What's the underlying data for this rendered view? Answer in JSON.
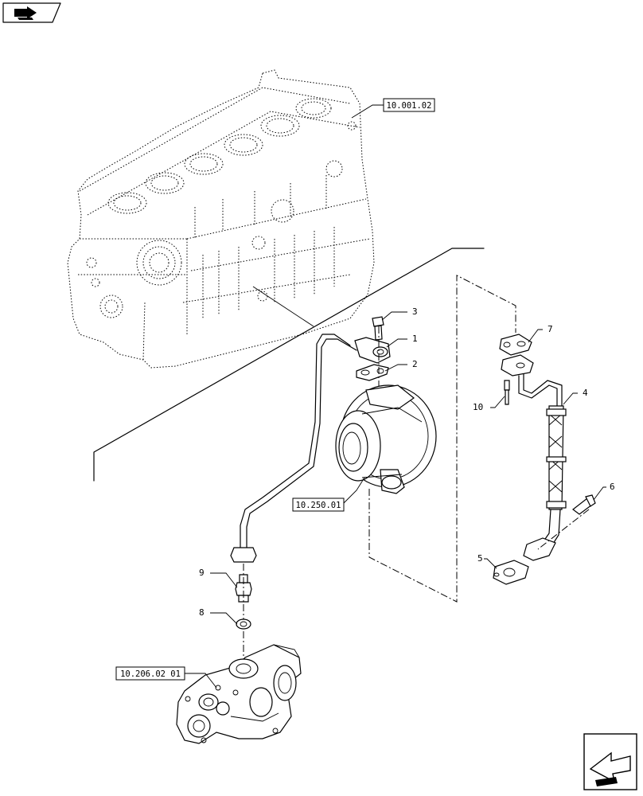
{
  "references": {
    "engine_block": "10.001.02",
    "turbocharger": "10.250.01",
    "filter_support": "10.206.02 01"
  },
  "callouts": {
    "c1": "1",
    "c2": "2",
    "c3": "3",
    "c4": "4",
    "c5": "5",
    "c6": "6",
    "c7": "7",
    "c8": "8",
    "c9": "9",
    "c10": "10"
  },
  "icons": {
    "top_left": "book-arrow-icon",
    "bottom_right": "next-page-arrow-icon"
  }
}
